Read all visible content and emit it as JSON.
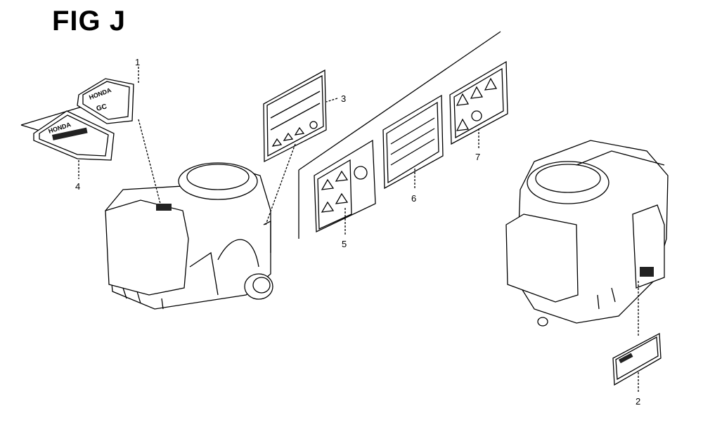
{
  "figure": {
    "title": "FIG J"
  },
  "callouts": [
    {
      "id": "1",
      "label": "1"
    },
    {
      "id": "2",
      "label": "2"
    },
    {
      "id": "3",
      "label": "3"
    },
    {
      "id": "4",
      "label": "4"
    },
    {
      "id": "5",
      "label": "5"
    },
    {
      "id": "6",
      "label": "6"
    },
    {
      "id": "7",
      "label": "7"
    }
  ]
}
